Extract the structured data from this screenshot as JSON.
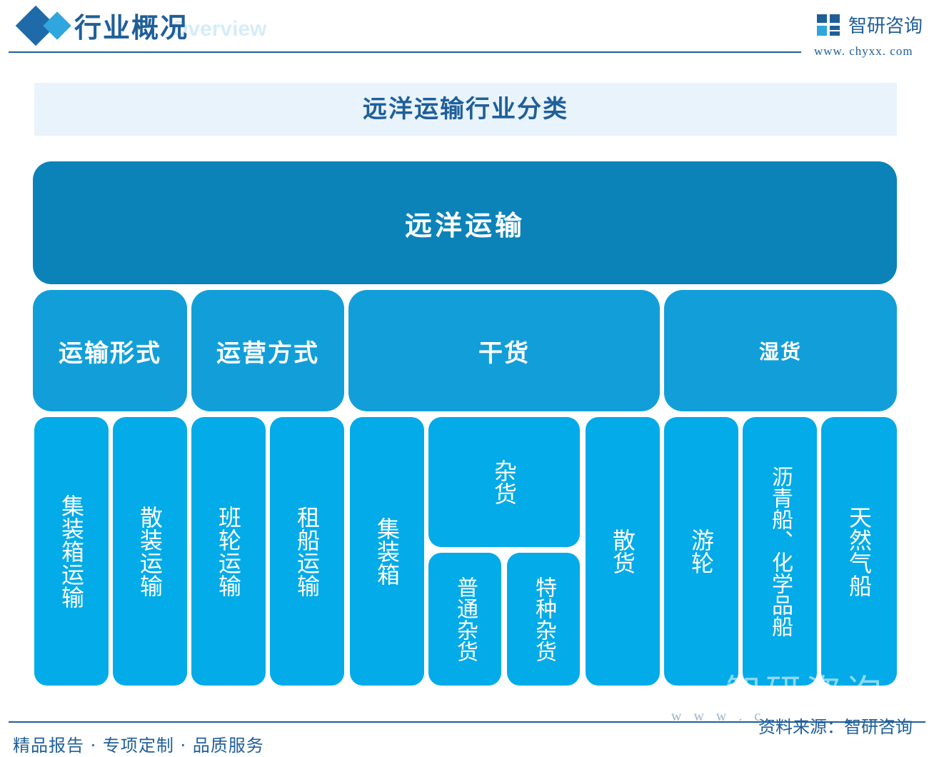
{
  "header": {
    "title": "行业概况",
    "subtitle": "Overview",
    "brand_name": "智研咨询",
    "brand_url": "www. chyxx. com"
  },
  "diagram": {
    "title": "远洋运输行业分类",
    "root": "远洋运输",
    "categories": [
      {
        "label": "运输形式",
        "children": [
          "集装箱运输",
          "散装运输"
        ]
      },
      {
        "label": "运营方式",
        "children": [
          "班轮运输",
          "租船运输"
        ]
      },
      {
        "label": "干货",
        "children": [
          "集装箱",
          "杂货",
          "普通杂货",
          "特种杂货",
          "散货"
        ]
      },
      {
        "label": "湿货",
        "children": [
          "游轮",
          "沥青船、化学品船",
          "天然气船"
        ]
      }
    ]
  },
  "footer": {
    "slogan": "精品报告 · 专项定制 · 品质服务",
    "source": "资料来源：智研咨询",
    "watermark_name": "智研咨询",
    "watermark_url": "w w w . c"
  },
  "colors": {
    "root": "#0c83b8",
    "category": "#129fd9",
    "leaf": "#03abe8",
    "brand": "#1f5f99"
  }
}
